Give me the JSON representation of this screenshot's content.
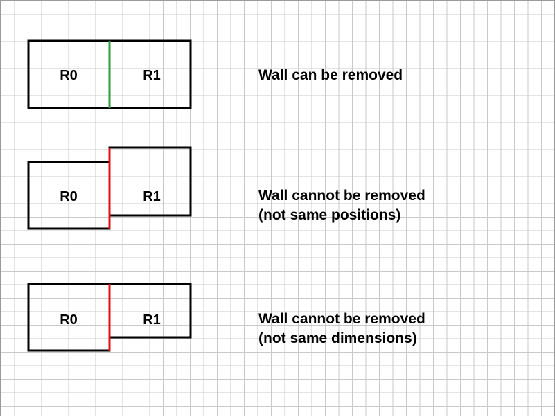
{
  "colors": {
    "wall": "#000000",
    "removable_wall": "#2e9e3e",
    "blocked_wall": "#e01010",
    "grid": "#c9c9c9"
  },
  "scenarios": [
    {
      "id": "case-1",
      "left_room_label": "R0",
      "right_room_label": "R1",
      "caption_lines": [
        "Wall can be removed"
      ],
      "status": "removable"
    },
    {
      "id": "case-2",
      "left_room_label": "R0",
      "right_room_label": "R1",
      "caption_lines": [
        "Wall cannot be removed",
        "(not same positions)"
      ],
      "status": "blocked"
    },
    {
      "id": "case-3",
      "left_room_label": "R0",
      "right_room_label": "R1",
      "caption_lines": [
        "Wall cannot be removed",
        "(not same dimensions)"
      ],
      "status": "blocked"
    }
  ]
}
